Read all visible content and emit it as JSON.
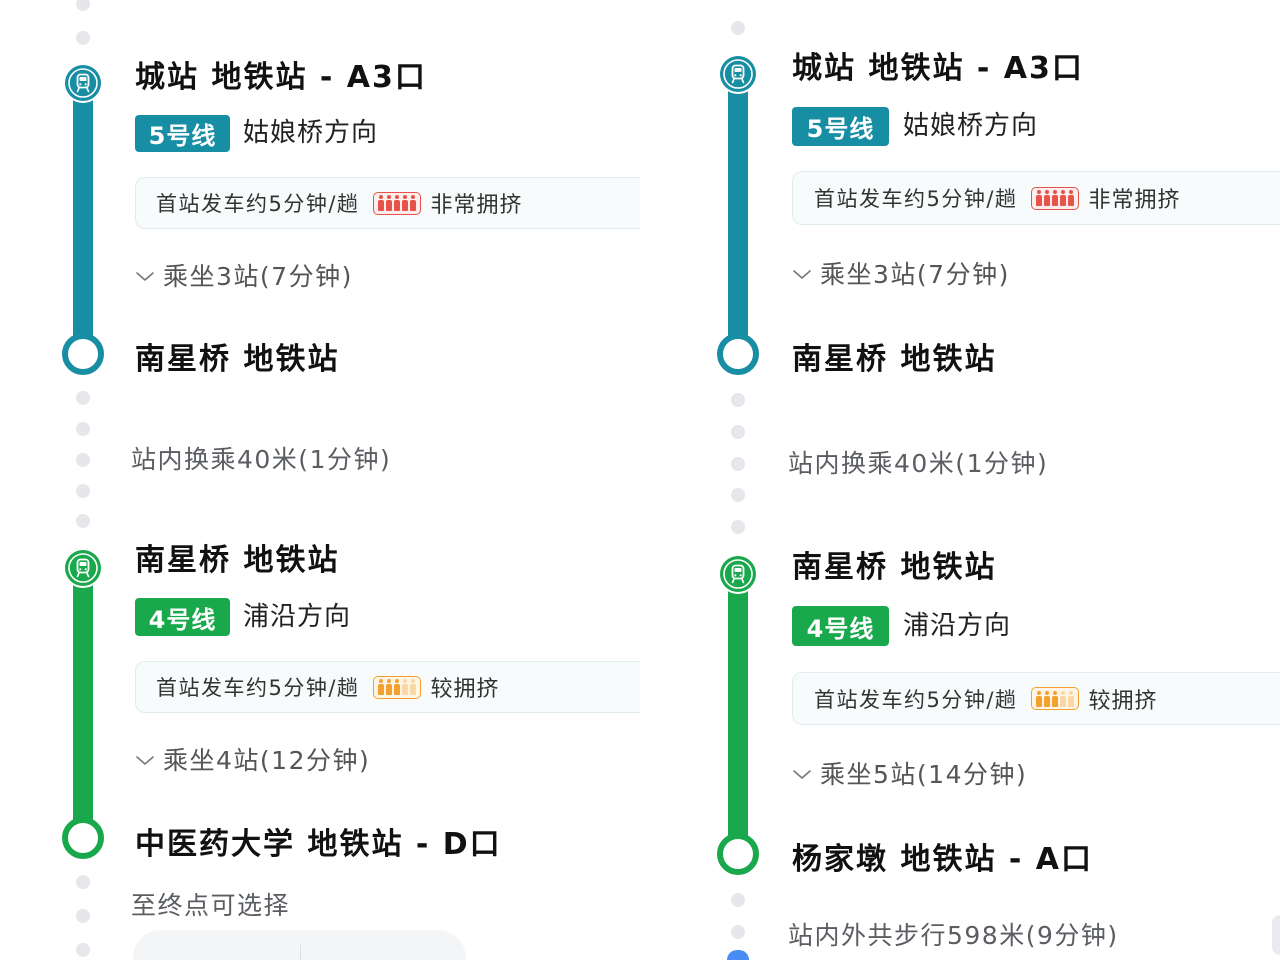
{
  "panels": [
    {
      "legs": [
        {
          "line_color": "#178ea3",
          "board_station": "城站 地铁站 - A3口",
          "line_label": "5号线",
          "direction": "姑娘桥方向",
          "frequency": "首站发车约5分钟/趟",
          "crowding": {
            "label": "非常拥挤",
            "level": 5,
            "max": 5,
            "color": "#e5534b",
            "bg_color": "#fdeeee"
          },
          "ride": "乘坐3站(7分钟)",
          "alight_station": "南星桥 地铁站"
        },
        {
          "line_color": "#19a84c",
          "board_station": "南星桥 地铁站",
          "line_label": "4号线",
          "direction": "浦沿方向",
          "frequency": "首站发车约5分钟/趟",
          "crowding": {
            "label": "较拥挤",
            "level": 3,
            "max": 5,
            "color": "#f2a12e",
            "bg_color": "#fff5e6"
          },
          "ride": "乘坐4站(12分钟)",
          "alight_station": "中医药大学 地铁站 - D口"
        }
      ],
      "transfer": "站内换乘40米(1分钟)",
      "after_arrival": "至终点可选择"
    },
    {
      "legs": [
        {
          "line_color": "#178ea3",
          "board_station": "城站 地铁站 - A3口",
          "line_label": "5号线",
          "direction": "姑娘桥方向",
          "frequency": "首站发车约5分钟/趟",
          "crowding": {
            "label": "非常拥挤",
            "level": 5,
            "max": 5,
            "color": "#e5534b",
            "bg_color": "#fdeeee"
          },
          "ride": "乘坐3站(7分钟)",
          "alight_station": "南星桥 地铁站"
        },
        {
          "line_color": "#19a84c",
          "board_station": "南星桥 地铁站",
          "line_label": "4号线",
          "direction": "浦沿方向",
          "frequency": "首站发车约5分钟/趟",
          "crowding": {
            "label": "较拥挤",
            "level": 3,
            "max": 5,
            "color": "#f2a12e",
            "bg_color": "#fff5e6"
          },
          "ride": "乘坐5站(14分钟)",
          "alight_station": "杨家墩 地铁站 - A口"
        }
      ],
      "transfer": "站内换乘40米(1分钟)",
      "after_arrival": "站内外共步行598米(9分钟)"
    }
  ],
  "icons": {
    "station": "subway-train-icon",
    "expand": "chevron-down-icon",
    "crowding": "crowd-icon"
  },
  "colors": {
    "connector_dot": "#e5e7eb",
    "muted_text": "#5a5d62",
    "walk_marker": "#4a8cf5"
  }
}
